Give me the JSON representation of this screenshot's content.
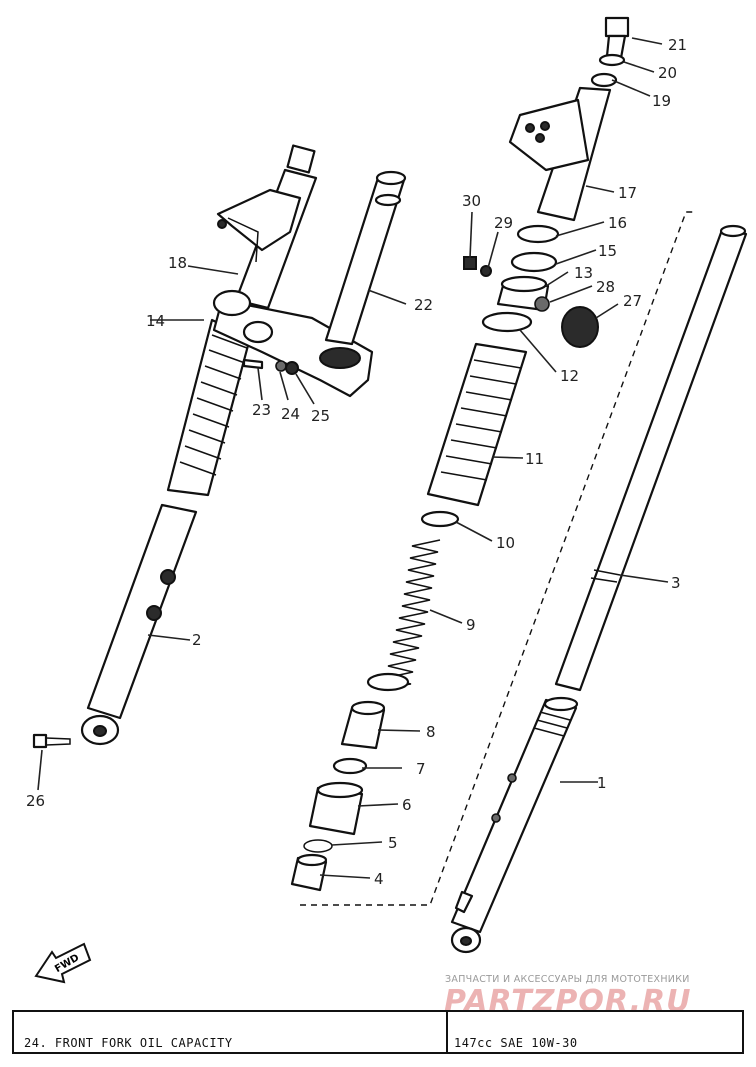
{
  "callouts": {
    "c1": "1",
    "c2": "2",
    "c3": "3",
    "c4": "4",
    "c5": "5",
    "c6": "6",
    "c7": "7",
    "c8": "8",
    "c9": "9",
    "c10": "10",
    "c11": "11",
    "c12": "12",
    "c13": "13",
    "c14": "14",
    "c15": "15",
    "c16": "16",
    "c17": "17",
    "c18": "18",
    "c19": "19",
    "c20": "20",
    "c21": "21",
    "c22": "22",
    "c23": "23",
    "c24": "24",
    "c25": "25",
    "c26": "26",
    "c27": "27",
    "c28": "28",
    "c29": "29",
    "c30": "30"
  },
  "fwd_label": "FWD",
  "footer": {
    "note": "24.  FRONT FORK OIL CAPACITY",
    "spec": "147cc SAE 10W-30"
  },
  "watermark": {
    "subtitle": "ЗАПЧАСТИ И АКСЕССУАРЫ ДЛЯ МОТОТЕХНИКИ",
    "logo": "PARTZPOR.RU"
  }
}
